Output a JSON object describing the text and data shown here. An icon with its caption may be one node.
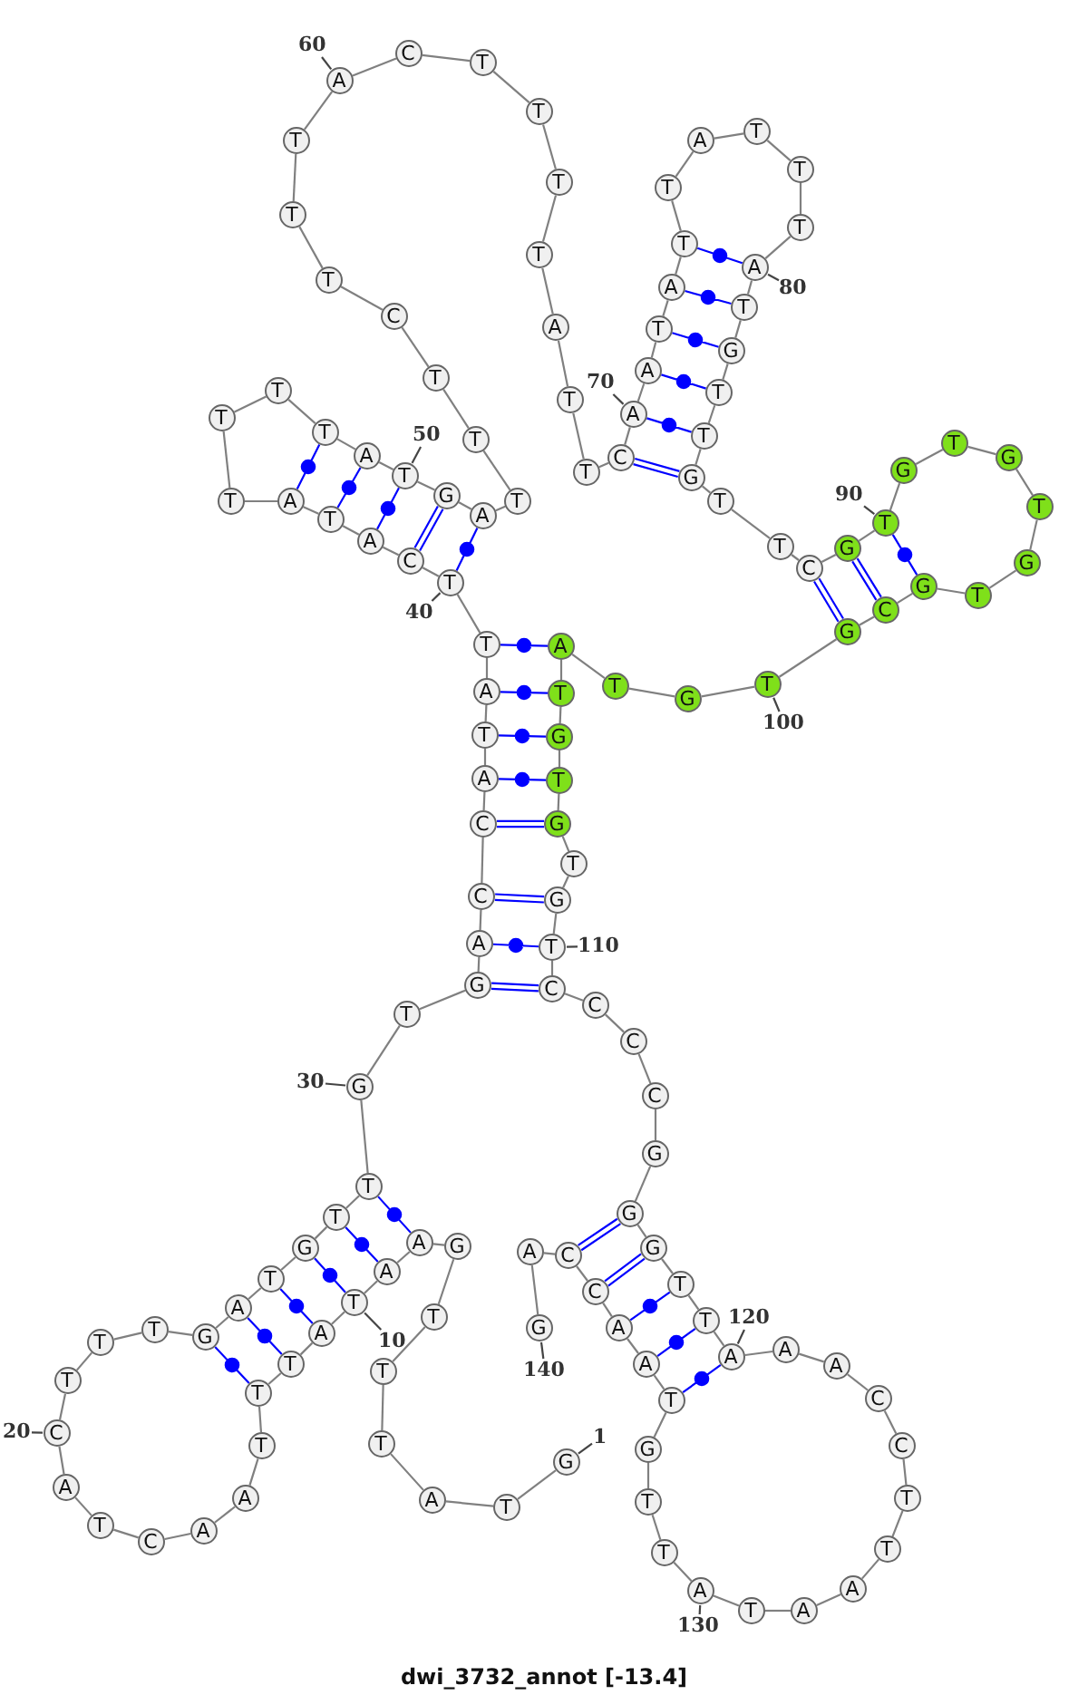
{
  "diagram": {
    "title": "dwi_3732_annot [-13.4]",
    "nodes": [
      {
        "text": [
          "G"
        ]
      },
      {
        "text": [
          "T"
        ]
      },
      {
        "text": [
          "A"
        ]
      },
      {
        "text": [
          "T"
        ]
      },
      {
        "text": [
          "T"
        ]
      },
      {
        "text": [
          "T"
        ]
      },
      {
        "text": [
          "G"
        ]
      },
      {
        "text": [
          "A"
        ]
      },
      {
        "text": [
          "A"
        ]
      },
      {
        "text": [
          "T"
        ]
      },
      {
        "text": [
          "A"
        ]
      },
      {
        "text": [
          "T"
        ]
      },
      {
        "text": [
          "T"
        ]
      },
      {
        "text": [
          "T"
        ]
      },
      {
        "text": [
          "A"
        ]
      },
      {
        "text": [
          "A"
        ]
      },
      {
        "text": [
          "C"
        ]
      },
      {
        "text": [
          "T"
        ]
      },
      {
        "text": [
          "A"
        ]
      },
      {
        "text": [
          "C"
        ]
      },
      {
        "text": [
          "T"
        ]
      },
      {
        "text": [
          "T"
        ]
      },
      {
        "text": [
          "T"
        ]
      },
      {
        "text": [
          "G"
        ]
      },
      {
        "text": [
          "A"
        ]
      },
      {
        "text": [
          "T"
        ]
      },
      {
        "text": [
          "G"
        ]
      },
      {
        "text": [
          "T"
        ]
      },
      {
        "text": [
          "T"
        ]
      },
      {
        "text": [
          "G"
        ]
      },
      {
        "text": [
          "T"
        ]
      },
      {
        "text": [
          "G"
        ]
      },
      {
        "text": [
          "A"
        ]
      },
      {
        "text": [
          "C"
        ]
      },
      {
        "text": [
          "C"
        ]
      },
      {
        "text": [
          "A"
        ]
      },
      {
        "text": [
          "T"
        ]
      },
      {
        "text": [
          "A"
        ]
      },
      {
        "text": [
          "T"
        ]
      },
      {
        "text": [
          "T"
        ]
      },
      {
        "text": [
          "C"
        ]
      },
      {
        "text": [
          "A"
        ]
      },
      {
        "text": [
          "T"
        ]
      },
      {
        "text": [
          "A"
        ]
      },
      {
        "text": [
          "T"
        ]
      },
      {
        "text": [
          "T"
        ]
      },
      {
        "text": [
          "T"
        ]
      },
      {
        "text": [
          "T"
        ]
      },
      {
        "text": [
          "A"
        ]
      },
      {
        "text": [
          "T"
        ]
      },
      {
        "text": [
          "G"
        ]
      },
      {
        "text": [
          "A"
        ]
      },
      {
        "text": [
          "T"
        ]
      },
      {
        "text": [
          "T"
        ]
      },
      {
        "text": [
          "T"
        ]
      },
      {
        "text": [
          "C"
        ]
      },
      {
        "text": [
          "T"
        ]
      },
      {
        "text": [
          "T"
        ]
      },
      {
        "text": [
          "T"
        ]
      },
      {
        "text": [
          "A"
        ]
      },
      {
        "text": [
          "C"
        ]
      },
      {
        "text": [
          "T"
        ]
      },
      {
        "text": [
          "T"
        ]
      },
      {
        "text": [
          "T"
        ]
      },
      {
        "text": [
          "T"
        ]
      },
      {
        "text": [
          "A"
        ]
      },
      {
        "text": [
          "T"
        ]
      },
      {
        "text": [
          "T"
        ]
      },
      {
        "text": [
          "C"
        ]
      },
      {
        "text": [
          "A"
        ]
      },
      {
        "text": [
          "A"
        ]
      },
      {
        "text": [
          "T"
        ]
      },
      {
        "text": [
          "A"
        ]
      },
      {
        "text": [
          "T"
        ]
      },
      {
        "text": [
          "T"
        ]
      },
      {
        "text": [
          "A"
        ]
      },
      {
        "text": [
          "T"
        ]
      },
      {
        "text": [
          "T"
        ]
      },
      {
        "text": [
          "T"
        ]
      },
      {
        "text": [
          "A"
        ]
      },
      {
        "text": [
          "T"
        ]
      },
      {
        "text": [
          "G"
        ]
      },
      {
        "text": [
          "T"
        ]
      },
      {
        "text": [
          "T"
        ]
      },
      {
        "text": [
          "G"
        ]
      },
      {
        "text": [
          "T"
        ]
      },
      {
        "text": [
          "T"
        ]
      },
      {
        "text": [
          "C"
        ]
      },
      {
        "text": [
          "G"
        ]
      },
      {
        "text": [
          "T"
        ]
      },
      {
        "text": [
          "G"
        ]
      },
      {
        "text": [
          "T"
        ]
      },
      {
        "text": [
          "G"
        ]
      },
      {
        "text": [
          "T"
        ]
      },
      {
        "text": [
          "G"
        ]
      },
      {
        "text": [
          "T"
        ]
      },
      {
        "text": [
          "G"
        ]
      },
      {
        "text": [
          "C"
        ]
      },
      {
        "text": [
          "G"
        ]
      },
      {
        "text": [
          "T"
        ]
      },
      {
        "text": [
          "G"
        ]
      },
      {
        "text": [
          "T"
        ]
      },
      {
        "text": [
          "A"
        ]
      },
      {
        "text": [
          "T"
        ]
      },
      {
        "text": [
          "G"
        ]
      },
      {
        "text": [
          "T"
        ]
      },
      {
        "text": [
          "G"
        ]
      },
      {
        "text": [
          "T"
        ]
      },
      {
        "text": [
          "G"
        ]
      },
      {
        "text": [
          "T"
        ]
      },
      {
        "text": [
          "C"
        ]
      },
      {
        "text": [
          "C"
        ]
      },
      {
        "text": [
          "C"
        ]
      },
      {
        "text": [
          "C"
        ]
      },
      {
        "text": [
          "G"
        ]
      },
      {
        "text": [
          "G"
        ]
      },
      {
        "text": [
          "G"
        ]
      },
      {
        "text": [
          "T"
        ]
      },
      {
        "text": [
          "T"
        ]
      },
      {
        "text": [
          "A"
        ]
      },
      {
        "text": [
          "A"
        ]
      },
      {
        "text": [
          "A"
        ]
      },
      {
        "text": [
          "C"
        ]
      },
      {
        "text": [
          "C"
        ]
      },
      {
        "text": [
          "T"
        ]
      },
      {
        "text": [
          "T"
        ]
      },
      {
        "text": [
          "A"
        ]
      },
      {
        "text": [
          "A"
        ]
      },
      {
        "text": [
          "T"
        ]
      },
      {
        "text": [
          "A"
        ]
      },
      {
        "text": [
          "T"
        ]
      },
      {
        "text": [
          "T"
        ]
      },
      {
        "text": [
          "G"
        ]
      },
      {
        "text": [
          "T"
        ]
      },
      {
        "text": [
          "A"
        ]
      },
      {
        "text": [
          "A"
        ]
      },
      {
        "text": [
          "C"
        ]
      },
      {
        "text": [
          "C"
        ]
      },
      {
        "text": [
          "A"
        ]
      },
      {
        "text": [
          "G"
        ]
      },
      {
        "text": [
          "1"
        ]
      },
      {
        "text": [
          "10"
        ]
      },
      {
        "text": [
          "20"
        ]
      },
      {
        "text": [
          "30"
        ]
      },
      {
        "text": [
          "40"
        ]
      },
      {
        "text": [
          "50"
        ]
      },
      {
        "text": [
          "60"
        ]
      },
      {
        "text": [
          "70"
        ]
      },
      {
        "text": [
          "80"
        ]
      },
      {
        "text": [
          "90"
        ]
      },
      {
        "text": [
          "100"
        ]
      },
      {
        "text": [
          "110"
        ]
      },
      {
        "text": [
          "120"
        ]
      },
      {
        "text": [
          "130"
        ]
      },
      {
        "text": [
          "140"
        ]
      }
    ],
    "edges": [
      {
        "from": 0,
        "to": 1,
        "arrow": "none"
      },
      {
        "from": 1,
        "to": 2,
        "arrow": "none"
      },
      {
        "from": 2,
        "to": 3,
        "arrow": "none"
      },
      {
        "from": 3,
        "to": 4,
        "arrow": "none"
      },
      {
        "from": 4,
        "to": 5,
        "arrow": "none"
      },
      {
        "from": 5,
        "to": 6,
        "arrow": "none"
      },
      {
        "from": 6,
        "to": 7,
        "arrow": "none"
      },
      {
        "from": 7,
        "to": 8,
        "arrow": "none"
      },
      {
        "from": 8,
        "to": 9,
        "arrow": "none"
      },
      {
        "from": 9,
        "to": 10,
        "arrow": "none"
      },
      {
        "from": 10,
        "to": 11,
        "arrow": "none"
      },
      {
        "from": 11,
        "to": 12,
        "arrow": "none"
      },
      {
        "from": 12,
        "to": 13,
        "arrow": "none"
      },
      {
        "from": 13,
        "to": 14,
        "arrow": "none"
      },
      {
        "from": 14,
        "to": 15,
        "arrow": "none"
      },
      {
        "from": 15,
        "to": 16,
        "arrow": "none"
      },
      {
        "from": 16,
        "to": 17,
        "arrow": "none"
      },
      {
        "from": 17,
        "to": 18,
        "arrow": "none"
      },
      {
        "from": 18,
        "to": 19,
        "arrow": "none"
      },
      {
        "from": 19,
        "to": 20,
        "arrow": "none"
      },
      {
        "from": 20,
        "to": 21,
        "arrow": "none"
      },
      {
        "from": 21,
        "to": 22,
        "arrow": "none"
      },
      {
        "from": 22,
        "to": 23,
        "arrow": "none"
      },
      {
        "from": 23,
        "to": 24,
        "arrow": "none"
      },
      {
        "from": 24,
        "to": 25,
        "arrow": "none"
      },
      {
        "from": 25,
        "to": 26,
        "arrow": "none"
      },
      {
        "from": 26,
        "to": 27,
        "arrow": "none"
      },
      {
        "from": 27,
        "to": 28,
        "arrow": "none"
      },
      {
        "from": 28,
        "to": 29,
        "arrow": "none"
      },
      {
        "from": 29,
        "to": 30,
        "arrow": "none"
      },
      {
        "from": 30,
        "to": 31,
        "arrow": "none"
      },
      {
        "from": 31,
        "to": 32,
        "arrow": "none"
      },
      {
        "from": 32,
        "to": 33,
        "arrow": "none"
      },
      {
        "from": 33,
        "to": 34,
        "arrow": "none"
      },
      {
        "from": 34,
        "to": 35,
        "arrow": "none"
      },
      {
        "from": 35,
        "to": 36,
        "arrow": "none"
      },
      {
        "from": 36,
        "to": 37,
        "arrow": "none"
      },
      {
        "from": 37,
        "to": 38,
        "arrow": "none"
      },
      {
        "from": 38,
        "to": 39,
        "arrow": "none"
      },
      {
        "from": 39,
        "to": 40,
        "arrow": "none"
      },
      {
        "from": 40,
        "to": 41,
        "arrow": "none"
      },
      {
        "from": 41,
        "to": 42,
        "arrow": "none"
      },
      {
        "from": 42,
        "to": 43,
        "arrow": "none"
      },
      {
        "from": 43,
        "to": 44,
        "arrow": "none"
      },
      {
        "from": 44,
        "to": 45,
        "arrow": "none"
      },
      {
        "from": 45,
        "to": 46,
        "arrow": "none"
      },
      {
        "from": 46,
        "to": 47,
        "arrow": "none"
      },
      {
        "from": 47,
        "to": 48,
        "arrow": "none"
      },
      {
        "from": 48,
        "to": 49,
        "arrow": "none"
      },
      {
        "from": 49,
        "to": 50,
        "arrow": "none"
      },
      {
        "from": 50,
        "to": 51,
        "arrow": "none"
      },
      {
        "from": 51,
        "to": 52,
        "arrow": "none"
      },
      {
        "from": 52,
        "to": 53,
        "arrow": "none"
      },
      {
        "from": 53,
        "to": 54,
        "arrow": "none"
      },
      {
        "from": 54,
        "to": 55,
        "arrow": "none"
      },
      {
        "from": 55,
        "to": 56,
        "arrow": "none"
      },
      {
        "from": 56,
        "to": 57,
        "arrow": "none"
      },
      {
        "from": 57,
        "to": 58,
        "arrow": "none"
      },
      {
        "from": 58,
        "to": 59,
        "arrow": "none"
      },
      {
        "from": 59,
        "to": 60,
        "arrow": "none"
      },
      {
        "from": 60,
        "to": 61,
        "arrow": "none"
      },
      {
        "from": 61,
        "to": 62,
        "arrow": "none"
      },
      {
        "from": 62,
        "to": 63,
        "arrow": "none"
      },
      {
        "from": 63,
        "to": 64,
        "arrow": "none"
      },
      {
        "from": 64,
        "to": 65,
        "arrow": "none"
      },
      {
        "from": 65,
        "to": 66,
        "arrow": "none"
      },
      {
        "from": 66,
        "to": 67,
        "arrow": "none"
      },
      {
        "from": 67,
        "to": 68,
        "arrow": "none"
      },
      {
        "from": 68,
        "to": 69,
        "arrow": "none"
      },
      {
        "from": 69,
        "to": 70,
        "arrow": "none"
      },
      {
        "from": 70,
        "to": 71,
        "arrow": "none"
      },
      {
        "from": 71,
        "to": 72,
        "arrow": "none"
      },
      {
        "from": 72,
        "to": 73,
        "arrow": "none"
      },
      {
        "from": 73,
        "to": 74,
        "arrow": "none"
      },
      {
        "from": 74,
        "to": 75,
        "arrow": "none"
      },
      {
        "from": 75,
        "to": 76,
        "arrow": "none"
      },
      {
        "from": 76,
        "to": 77,
        "arrow": "none"
      },
      {
        "from": 77,
        "to": 78,
        "arrow": "none"
      },
      {
        "from": 78,
        "to": 79,
        "arrow": "none"
      },
      {
        "from": 79,
        "to": 80,
        "arrow": "none"
      },
      {
        "from": 80,
        "to": 81,
        "arrow": "none"
      },
      {
        "from": 81,
        "to": 82,
        "arrow": "none"
      },
      {
        "from": 82,
        "to": 83,
        "arrow": "none"
      },
      {
        "from": 83,
        "to": 84,
        "arrow": "none"
      },
      {
        "from": 84,
        "to": 85,
        "arrow": "none"
      },
      {
        "from": 85,
        "to": 86,
        "arrow": "none"
      },
      {
        "from": 86,
        "to": 87,
        "arrow": "none"
      },
      {
        "from": 87,
        "to": 88,
        "arrow": "none"
      },
      {
        "from": 88,
        "to": 89,
        "arrow": "none"
      },
      {
        "from": 89,
        "to": 90,
        "arrow": "none"
      },
      {
        "from": 90,
        "to": 91,
        "arrow": "none"
      },
      {
        "from": 91,
        "to": 92,
        "arrow": "none"
      },
      {
        "from": 92,
        "to": 93,
        "arrow": "none"
      },
      {
        "from": 93,
        "to": 94,
        "arrow": "none"
      },
      {
        "from": 94,
        "to": 95,
        "arrow": "none"
      },
      {
        "from": 95,
        "to": 96,
        "arrow": "none"
      },
      {
        "from": 96,
        "to": 97,
        "arrow": "none"
      },
      {
        "from": 97,
        "to": 98,
        "arrow": "none"
      },
      {
        "from": 98,
        "to": 99,
        "arrow": "none"
      },
      {
        "from": 99,
        "to": 100,
        "arrow": "none"
      },
      {
        "from": 100,
        "to": 101,
        "arrow": "none"
      },
      {
        "from": 101,
        "to": 102,
        "arrow": "none"
      },
      {
        "from": 102,
        "to": 103,
        "arrow": "none"
      },
      {
        "from": 103,
        "to": 104,
        "arrow": "none"
      },
      {
        "from": 104,
        "to": 105,
        "arrow": "none"
      },
      {
        "from": 105,
        "to": 106,
        "arrow": "none"
      },
      {
        "from": 106,
        "to": 107,
        "arrow": "none"
      },
      {
        "from": 107,
        "to": 108,
        "arrow": "none"
      },
      {
        "from": 108,
        "to": 109,
        "arrow": "none"
      },
      {
        "from": 109,
        "to": 110,
        "arrow": "none"
      },
      {
        "from": 110,
        "to": 111,
        "arrow": "none"
      },
      {
        "from": 111,
        "to": 112,
        "arrow": "none"
      },
      {
        "from": 112,
        "to": 113,
        "arrow": "none"
      },
      {
        "from": 113,
        "to": 114,
        "arrow": "none"
      },
      {
        "from": 114,
        "to": 115,
        "arrow": "none"
      },
      {
        "from": 115,
        "to": 116,
        "arrow": "none"
      },
      {
        "from": 116,
        "to": 117,
        "arrow": "none"
      },
      {
        "from": 117,
        "to": 118,
        "arrow": "none"
      },
      {
        "from": 118,
        "to": 119,
        "arrow": "none"
      },
      {
        "from": 119,
        "to": 120,
        "arrow": "none"
      },
      {
        "from": 120,
        "to": 121,
        "arrow": "none"
      },
      {
        "from": 121,
        "to": 122,
        "arrow": "none"
      },
      {
        "from": 122,
        "to": 123,
        "arrow": "none"
      },
      {
        "from": 123,
        "to": 124,
        "arrow": "none"
      },
      {
        "from": 124,
        "to": 125,
        "arrow": "none"
      },
      {
        "from": 125,
        "to": 126,
        "arrow": "none"
      },
      {
        "from": 126,
        "to": 127,
        "arrow": "none"
      },
      {
        "from": 127,
        "to": 128,
        "arrow": "none"
      },
      {
        "from": 128,
        "to": 129,
        "arrow": "none"
      },
      {
        "from": 129,
        "to": 130,
        "arrow": "none"
      },
      {
        "from": 130,
        "to": 131,
        "arrow": "none"
      },
      {
        "from": 131,
        "to": 132,
        "arrow": "none"
      },
      {
        "from": 132,
        "to": 133,
        "arrow": "none"
      },
      {
        "from": 133,
        "to": 134,
        "arrow": "none"
      },
      {
        "from": 134,
        "to": 135,
        "arrow": "none"
      },
      {
        "from": 135,
        "to": 136,
        "arrow": "none"
      },
      {
        "from": 136,
        "to": 137,
        "arrow": "none"
      },
      {
        "from": 137,
        "to": 138,
        "arrow": "none"
      },
      {
        "from": 138,
        "to": 139,
        "arrow": "none"
      },
      {
        "from": 7,
        "to": 28,
        "arrow": "none",
        "color": "#0000ff"
      },
      {
        "from": 8,
        "to": 27,
        "arrow": "none",
        "color": "#0000ff"
      },
      {
        "from": 9,
        "to": 26,
        "arrow": "none",
        "color": "#0000ff"
      },
      {
        "from": 10,
        "to": 25,
        "arrow": "none",
        "color": "#0000ff"
      },
      {
        "from": 11,
        "to": 24,
        "arrow": "none",
        "color": "#0000ff"
      },
      {
        "from": 12,
        "to": 23,
        "arrow": "none",
        "color": "#0000ff"
      },
      {
        "from": 31,
        "to": 110,
        "arrow": "none",
        "color": "#0000ff"
      },
      {
        "from": 32,
        "to": 109,
        "arrow": "none",
        "color": "#0000ff"
      },
      {
        "from": 33,
        "to": 108,
        "arrow": "none",
        "color": "#0000ff"
      },
      {
        "from": 34,
        "to": 106,
        "arrow": "none",
        "color": "#0000ff"
      },
      {
        "from": 35,
        "to": 105,
        "arrow": "none",
        "color": "#0000ff"
      },
      {
        "from": 36,
        "to": 104,
        "arrow": "none",
        "color": "#0000ff"
      },
      {
        "from": 37,
        "to": 103,
        "arrow": "none",
        "color": "#0000ff"
      },
      {
        "from": 38,
        "to": 102,
        "arrow": "none",
        "color": "#0000ff"
      },
      {
        "from": 39,
        "to": 51,
        "arrow": "none",
        "color": "#0000ff"
      },
      {
        "from": 40,
        "to": 50,
        "arrow": "none",
        "color": "#0000ff"
      },
      {
        "from": 41,
        "to": 49,
        "arrow": "none",
        "color": "#0000ff"
      },
      {
        "from": 42,
        "to": 48,
        "arrow": "none",
        "color": "#0000ff"
      },
      {
        "from": 43,
        "to": 47,
        "arrow": "none",
        "color": "#0000ff"
      },
      {
        "from": 68,
        "to": 84,
        "arrow": "none",
        "color": "#0000ff"
      },
      {
        "from": 69,
        "to": 83,
        "arrow": "none",
        "color": "#0000ff"
      },
      {
        "from": 70,
        "to": 82,
        "arrow": "none",
        "color": "#0000ff"
      },
      {
        "from": 71,
        "to": 81,
        "arrow": "none",
        "color": "#0000ff"
      },
      {
        "from": 72,
        "to": 80,
        "arrow": "none",
        "color": "#0000ff"
      },
      {
        "from": 73,
        "to": 79,
        "arrow": "none",
        "color": "#0000ff"
      },
      {
        "from": 87,
        "to": 98,
        "arrow": "none",
        "color": "#0000ff"
      },
      {
        "from": 88,
        "to": 97,
        "arrow": "none",
        "color": "#0000ff"
      },
      {
        "from": 89,
        "to": 96,
        "arrow": "none",
        "color": "#0000ff"
      },
      {
        "from": 115,
        "to": 137,
        "arrow": "none",
        "color": "#0000ff"
      },
      {
        "from": 116,
        "to": 136,
        "arrow": "none",
        "color": "#0000ff"
      },
      {
        "from": 117,
        "to": 135,
        "arrow": "none",
        "color": "#0000ff"
      },
      {
        "from": 118,
        "to": 134,
        "arrow": "none",
        "color": "#0000ff"
      },
      {
        "from": 119,
        "to": 133,
        "arrow": "none",
        "color": "#0000ff"
      },
      {
        "from": 140,
        "to": 0,
        "arrow": "none"
      },
      {
        "from": 141,
        "to": 9,
        "arrow": "none"
      },
      {
        "from": 142,
        "to": 19,
        "arrow": "none"
      },
      {
        "from": 143,
        "to": 29,
        "arrow": "none"
      },
      {
        "from": 144,
        "to": 39,
        "arrow": "none"
      },
      {
        "from": 145,
        "to": 49,
        "arrow": "none"
      },
      {
        "from": 146,
        "to": 59,
        "arrow": "none"
      },
      {
        "from": 147,
        "to": 69,
        "arrow": "none"
      },
      {
        "from": 148,
        "to": 79,
        "arrow": "none"
      },
      {
        "from": 149,
        "to": 89,
        "arrow": "none"
      },
      {
        "from": 150,
        "to": 99,
        "arrow": "none"
      },
      {
        "from": 151,
        "to": 109,
        "arrow": "none"
      },
      {
        "from": 152,
        "to": 119,
        "arrow": "none"
      },
      {
        "from": 153,
        "to": 129,
        "arrow": "none"
      },
      {
        "from": 154,
        "to": 139,
        "arrow": "none"
      }
    ]
  }
}
